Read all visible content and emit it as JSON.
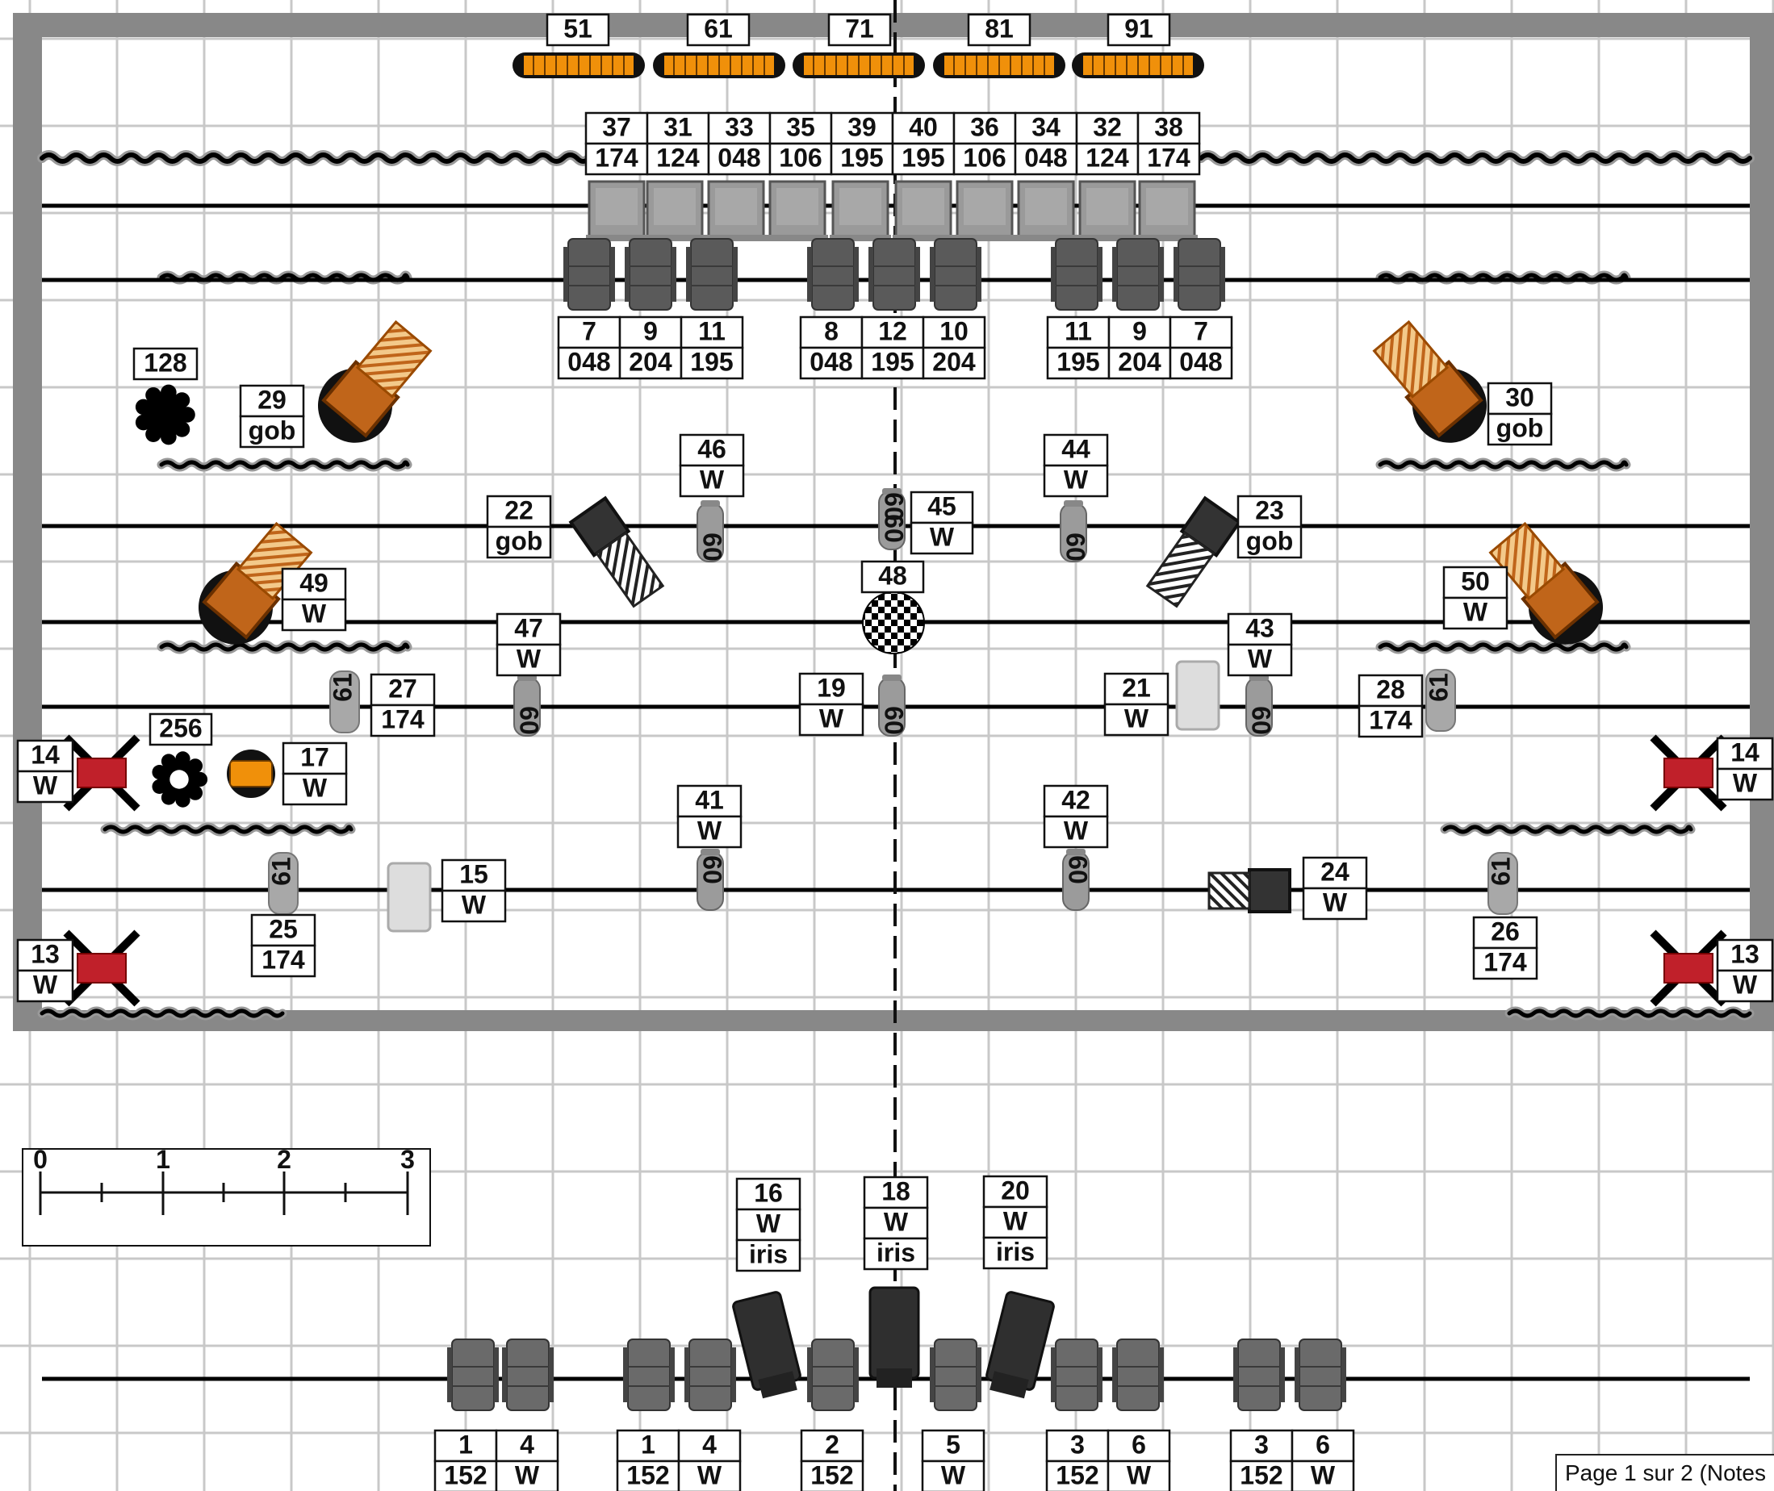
{
  "footer_text": "Page 1 sur 2 (Notes",
  "scale_ticks": [
    "0",
    "1",
    "2",
    "3"
  ],
  "batten_labels": [
    "51",
    "61",
    "71",
    "81",
    "91"
  ],
  "colors": {
    "frame": "#888888",
    "grid": "#c8c8c8",
    "line": "#000000",
    "orange": "#f0900a",
    "red": "#c0202a",
    "dark": "#555555",
    "brown": "#c0651a"
  },
  "top_strip": {
    "top": [
      "37",
      "31",
      "33",
      "35",
      "39",
      "40",
      "36",
      "34",
      "32",
      "38"
    ],
    "bottom": [
      "174",
      "124",
      "048",
      "106",
      "195",
      "195",
      "106",
      "048",
      "124",
      "174"
    ]
  },
  "groups": {
    "left": {
      "top": [
        "7",
        "9",
        "11"
      ],
      "bottom": [
        "048",
        "204",
        "195"
      ]
    },
    "center": {
      "top": [
        "8",
        "12",
        "10"
      ],
      "bottom": [
        "048",
        "195",
        "204"
      ]
    },
    "right": {
      "top": [
        "11",
        "9",
        "7"
      ],
      "bottom": [
        "195",
        "204",
        "048"
      ]
    }
  },
  "tags": [
    {
      "id": "128"
    },
    {
      "id": "29",
      "sub": "gob"
    },
    {
      "id": "30",
      "sub": "gob"
    },
    {
      "id": "46",
      "sub": "W"
    },
    {
      "id": "44",
      "sub": "W"
    },
    {
      "id": "22",
      "sub": "gob"
    },
    {
      "id": "23",
      "sub": "gob"
    },
    {
      "id": "45",
      "sub": "W"
    },
    {
      "id": "48"
    },
    {
      "id": "49",
      "sub": "W"
    },
    {
      "id": "50",
      "sub": "W"
    },
    {
      "id": "47",
      "sub": "W"
    },
    {
      "id": "43",
      "sub": "W"
    },
    {
      "id": "27",
      "sub": "174"
    },
    {
      "id": "19",
      "sub": "W"
    },
    {
      "id": "21",
      "sub": "W"
    },
    {
      "id": "28",
      "sub": "174"
    },
    {
      "id": "256"
    },
    {
      "id": "14",
      "sub": "W"
    },
    {
      "id": "17",
      "sub": "W"
    },
    {
      "id": "14",
      "sub": "W"
    },
    {
      "id": "41",
      "sub": "W"
    },
    {
      "id": "42",
      "sub": "W"
    },
    {
      "id": "15",
      "sub": "W"
    },
    {
      "id": "24",
      "sub": "W"
    },
    {
      "id": "25",
      "sub": "174"
    },
    {
      "id": "26",
      "sub": "174"
    },
    {
      "id": "13",
      "sub": "W"
    },
    {
      "id": "13",
      "sub": "W"
    },
    {
      "id": "16",
      "sub": "W",
      "sub2": "iris"
    },
    {
      "id": "18",
      "sub": "W",
      "sub2": "iris"
    },
    {
      "id": "20",
      "sub": "W",
      "sub2": "iris"
    }
  ],
  "pars": [
    "60",
    "60",
    "60",
    "60",
    "60",
    "60",
    "60",
    "60",
    "60"
  ],
  "fresnels": [
    "61",
    "61",
    "61",
    "61"
  ],
  "bottom_labels": [
    {
      "top": [
        "1",
        "4"
      ],
      "bottom": [
        "152",
        "W"
      ]
    },
    {
      "top": [
        "1",
        "4"
      ],
      "bottom": [
        "152",
        "W"
      ]
    },
    {
      "top": [
        "2"
      ],
      "bottom": [
        "152"
      ]
    },
    {
      "top": [
        "5"
      ],
      "bottom": [
        "W"
      ]
    },
    {
      "top": [
        "3",
        "6"
      ],
      "bottom": [
        "152",
        "W"
      ]
    },
    {
      "top": [
        "3",
        "6"
      ],
      "bottom": [
        "152",
        "W"
      ]
    }
  ]
}
